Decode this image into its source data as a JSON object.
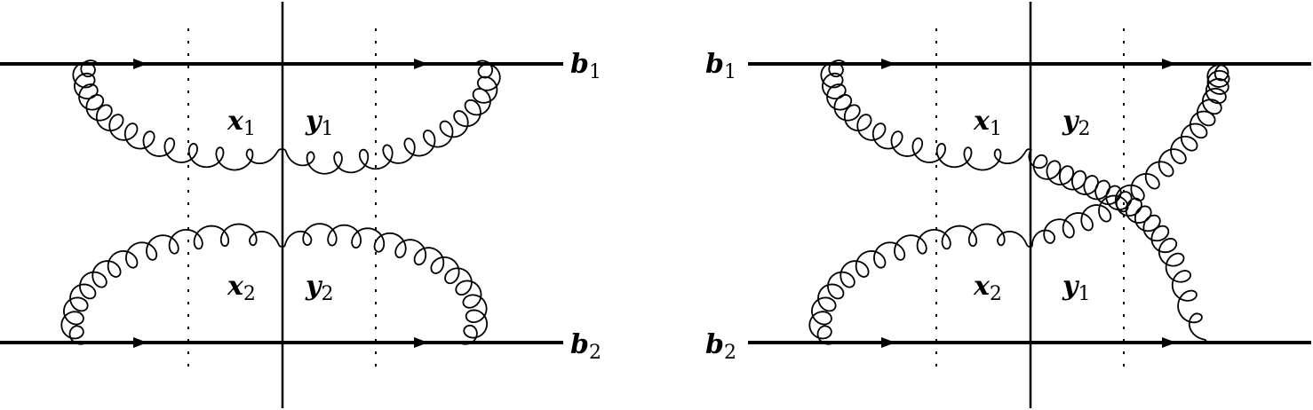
{
  "stroke_color": "#000000",
  "background": "#ffffff",
  "diagrams": [
    {
      "name": "left",
      "labels": {
        "b1": {
          "main": "b",
          "sub": "1"
        },
        "b2": {
          "main": "b",
          "sub": "2"
        },
        "x1": {
          "main": "x",
          "sub": "1"
        },
        "y1": {
          "main": "y",
          "sub": "1"
        },
        "x2": {
          "main": "x",
          "sub": "2"
        },
        "y2": {
          "main": "y",
          "sub": "2"
        }
      }
    },
    {
      "name": "right",
      "labels": {
        "b1": {
          "main": "b",
          "sub": "1"
        },
        "b2": {
          "main": "b",
          "sub": "2"
        },
        "x1": {
          "main": "x",
          "sub": "1"
        },
        "y2": {
          "main": "y",
          "sub": "2"
        },
        "x2": {
          "main": "x",
          "sub": "2"
        },
        "y1": {
          "main": "y",
          "sub": "1"
        }
      }
    }
  ]
}
